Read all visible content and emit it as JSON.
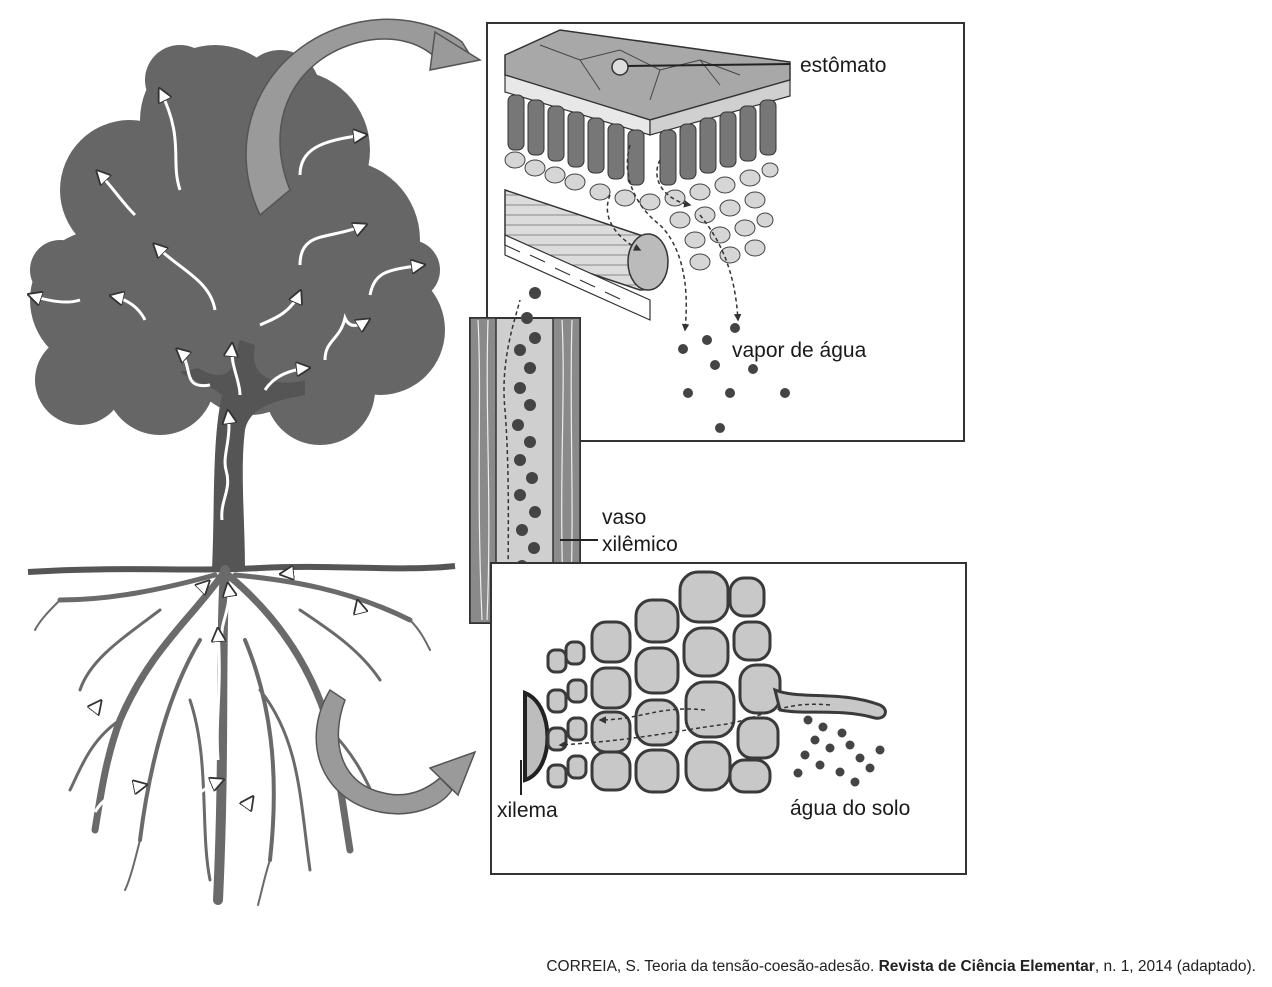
{
  "labels": {
    "stomata": "estômato",
    "vapor": "vapor de água",
    "vessel_line1": "vaso",
    "vessel_line2": "xilêmico",
    "xylem": "xilema",
    "soil_water": "água do solo"
  },
  "caption": {
    "prefix": "CORREIA, S. Teoria da tensão-coesão-adesão. ",
    "journal": "Revista de Ciência Elementar",
    "suffix": ", n. 1, 2014 (adaptado)."
  },
  "colors": {
    "tree": "#666666",
    "outline": "#3a3a3a",
    "cell_fill": "#c8c8c8",
    "droplet": "#4a4a4a"
  }
}
